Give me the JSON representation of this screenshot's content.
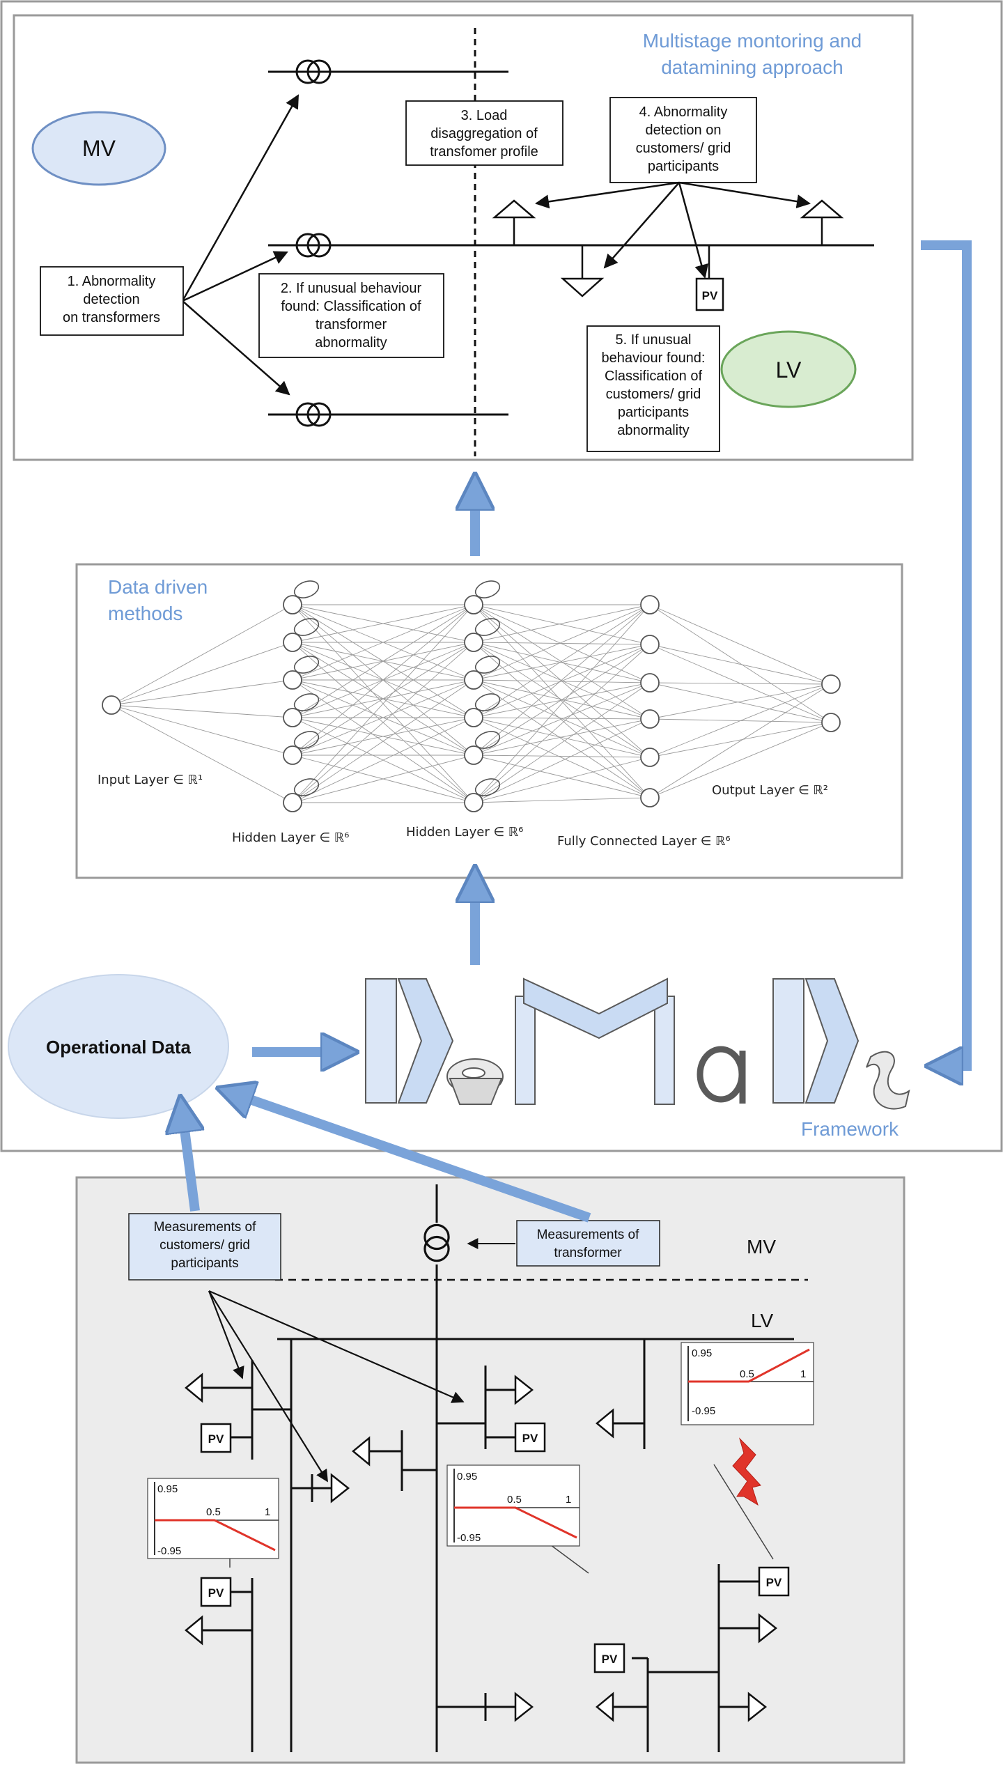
{
  "top": {
    "title_line1": "Multistage montoring and",
    "title_line2": "datamining approach",
    "mv_label": "MV",
    "lv_label": "LV",
    "pv": "PV",
    "box1": [
      "1. Abnormality",
      "detection",
      "on transformers"
    ],
    "box2": [
      "2. If unusual behaviour",
      "found: Classification of",
      "transformer",
      "abnormality"
    ],
    "box3": [
      "3. Load",
      "disaggregation of",
      "transfomer profile"
    ],
    "box4": [
      "4. Abnormality",
      "detection on",
      "customers/ grid",
      "participants"
    ],
    "box5": [
      "5. If unusual",
      "behaviour found:",
      "Classification of",
      "customers/ grid",
      "participants",
      "abnormality"
    ]
  },
  "nn": {
    "title_line1": "Data driven",
    "title_line2": "methods",
    "input_label": "Input Layer ∈ ℝ¹",
    "hidden1_label": "Hidden Layer ∈ ℝ⁶",
    "hidden2_label": "Hidden Layer ∈ ℝ⁶",
    "fc_label": "Fully Connected Layer ∈ ℝ⁶",
    "output_label": "Output Layer ∈ ℝ²"
  },
  "framework": {
    "operational_data": "Operational Data",
    "label": "Framework"
  },
  "bottom": {
    "meas_customers": [
      "Measurements of",
      "customers/ grid",
      "participants"
    ],
    "meas_transformer": [
      "Measurements of",
      "transformer"
    ],
    "mv": "MV",
    "lv": "LV",
    "pv": "PV",
    "chart_top": {
      "v1": "0.95",
      "v2": "0.5",
      "v3": "1",
      "v4": "-0.95"
    },
    "chart_left": {
      "v1": "0.95",
      "v2": "0.5",
      "v3": "1",
      "v4": "-0.95"
    },
    "chart_mid": {
      "v1": "0.95",
      "v2": "0.5",
      "v3": "1",
      "v4": "-0.95"
    }
  },
  "colors": {
    "blue": "#7aa3d9",
    "blue_fill": "#dce7f7",
    "green_fill": "#d8ecd0",
    "red": "#e0342a"
  }
}
